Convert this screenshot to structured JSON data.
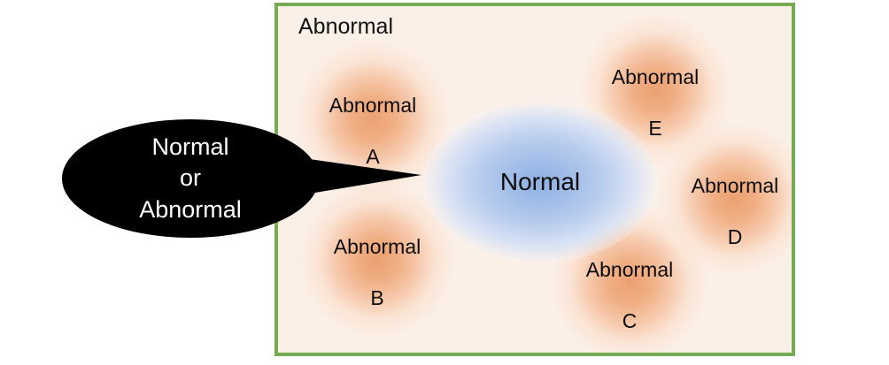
{
  "diagram": {
    "type": "venn-callout-diagram",
    "background_color": "#ffffff",
    "callout": {
      "shape": "ellipse-with-pointer",
      "fill_color": "#000000",
      "text_color": "#ffffff",
      "lines": [
        "Normal",
        "or",
        "Abnormal"
      ],
      "line1": "Normal",
      "line2": "or",
      "line3": "Abnormal"
    },
    "container": {
      "label": "Abnormal",
      "border_color": "#76AB53",
      "background_color": "#FBF0E8"
    },
    "normal_region": {
      "label": "Normal",
      "center_color": "#8FB0E2",
      "edge_color": "#D7E1F4"
    },
    "abnormal_regions": [
      {
        "id": "a",
        "line1": "Abnormal",
        "line2": "A",
        "color": "#ECA071"
      },
      {
        "id": "b",
        "line1": "Abnormal",
        "line2": "B",
        "color": "#ECA071"
      },
      {
        "id": "c",
        "line1": "Abnormal",
        "line2": "C",
        "color": "#ECA071"
      },
      {
        "id": "d",
        "line1": "Abnormal",
        "line2": "D",
        "color": "#ECA071"
      },
      {
        "id": "e",
        "line1": "Abnormal",
        "line2": "E",
        "color": "#ECA071"
      }
    ]
  }
}
